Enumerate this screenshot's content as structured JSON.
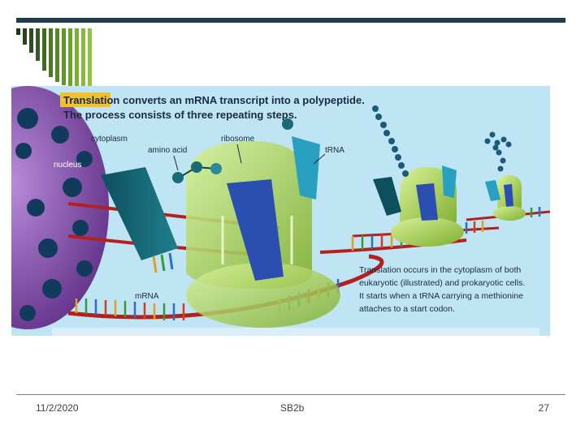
{
  "figure": {
    "title_highlight": "Translation",
    "title_rest": " converts an mRNA transcript into a polypeptide.",
    "title_line2": "The process consists of three repeating steps.",
    "labels": {
      "cytoplasm": "cytoplasm",
      "amino_acid": "amino acid",
      "ribosome": "ribosome",
      "trna": "tRNA",
      "nucleus": "nucleus",
      "mrna": "mRNA"
    },
    "caption_lines": [
      "Translation occurs in the cytoplasm of both",
      "eukaryotic (illustrated) and prokaryotic cells.",
      "It starts when a tRNA carrying a methionine",
      "attaches to a start codon."
    ]
  },
  "footer": {
    "date": "11/2/2020",
    "center": "SB2b",
    "page": "27"
  },
  "colors": {
    "title_bar": "#1f3b4d",
    "accent_bars": [
      "#2e4d1f",
      "#3f6b1f",
      "#548a22",
      "#6aa428",
      "#8cc63f"
    ]
  }
}
